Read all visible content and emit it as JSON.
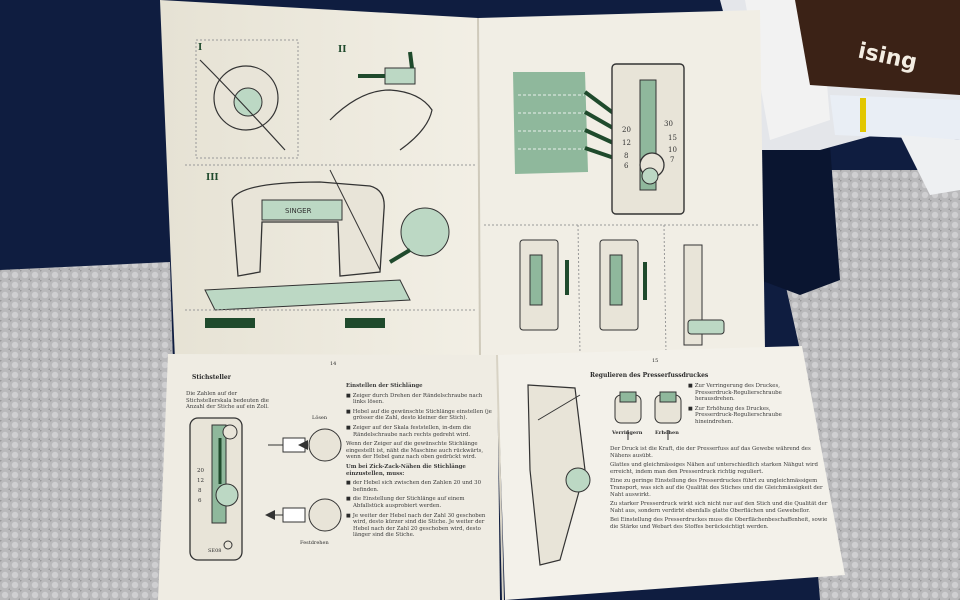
{
  "manual": {
    "page_left_number": "14",
    "page_right_number": "15",
    "left_heading": "Stichsteller",
    "left_intro": "Die Zahlen auf der Stichstellerskala bedeuten die Anzahl der Stiche auf ein Zoll.",
    "stitch_length_heading": "Einstellen der Stichlänge",
    "stitch_steps": [
      "Zeiger durch Drehen der Rändelschraube nach links lösen.",
      "Hebel auf die gewünschte Stichlänge einstellen (je grösser die Zahl, desto kleiner der Stich).",
      "Zeiger auf der Skala feststellen, in-dem die Rändelschraube nach rechts gedreht wird."
    ],
    "stitch_note": "Wenn der Zeiger auf die gewünschte Stichlänge eingestellt ist, näht die Maschine auch rückwärts, wenn der Hebel ganz nach oben gedrückt wird.",
    "zigzag_heading": "Um bei Zick-Zack-Nähen die Stichlänge einzustellen, muss:",
    "zigzag_steps": [
      "der Hebel sich zwischen den Zahlen 20 und 30 befinden.",
      "die Einstellung der Stichlänge auf einem Abfallstück ausprobiert werden.",
      "Je weiter der Hebel nach der Zahl 30 geschoben wird, desto kürzer sind die Stiche. Je weiter der Hebel nach der Zahl 20 geschoben wird, desto länger sind die Stiche."
    ],
    "label_loesen": "Lösen",
    "label_festdrehen": "Festdrehen",
    "label_part_no": "SE08",
    "scale_numbers_left": [
      "20",
      "12",
      "8",
      "6"
    ],
    "scale_numbers_right": [
      "30",
      "15",
      "10",
      "7"
    ],
    "right_heading": "Regulieren des Presserfussdruckes",
    "pressure_steps": [
      "Zur Verringerung des Druckes, Presserdruck-Regulierschraube herausdrehen.",
      "Zur Erhöhung des Druckes, Presserdruck-Regulierschraube hineindrehen."
    ],
    "label_verringern": "Verringern",
    "label_erhoehen": "Erhöhen",
    "pressure_paragraphs": [
      "Der Druck ist die Kraft, die der Presserfuss auf das Gewebe während des Nähens ausübt.",
      "Glattes und gleichmässiges Nähen auf unterschiedlich starken Nähgut wird erreicht, indem man den Presserdruck richtig reguliert.",
      "Eine zu geringe Einstellung des Presserdruckes führt zu ungleichmässigem Transport, was sich auf die Qualität des Stiches und die Gleichmässigkeit der Naht auswirkt.",
      "Zu starker Presserdruck wirkt sich nicht nur auf den Stich und die Qualität der Naht aus, sondern verdirbt ebenfalls glatte Oberflächen und Gewebeflor.",
      "Bei Einstellung des Presserdruckes muss die Oberflächenbeschaffenheit, sowie die Stärke und Webart des Stoffes berücksichtigt werden."
    ],
    "machine_brand": "SINGER",
    "step_markers": [
      "I",
      "II",
      "III"
    ],
    "booklet_brand": "ising",
    "colors": {
      "page": "#ece8dc",
      "green": "#8fb89c",
      "dark_green": "#1f4a2c",
      "ink": "#2a2a2a",
      "blanket": "#0d1a3a",
      "carpet": "#b8b8b8"
    }
  }
}
